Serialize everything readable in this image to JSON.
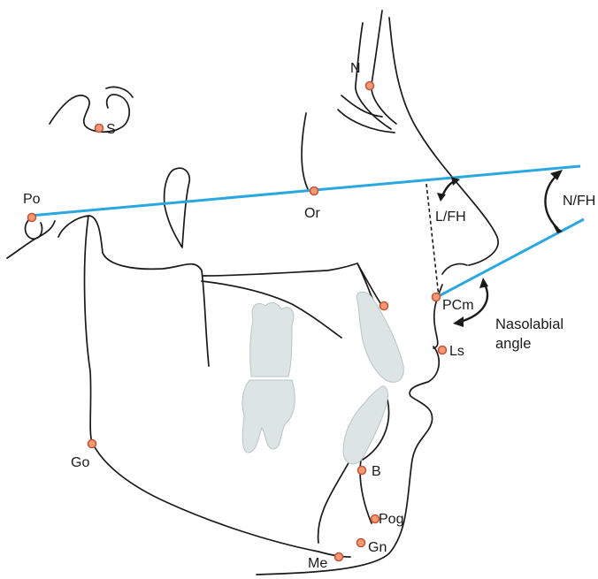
{
  "landmarks": [
    {
      "id": "N",
      "label": "N"
    },
    {
      "id": "S",
      "label": "S"
    },
    {
      "id": "Po",
      "label": "Po"
    },
    {
      "id": "Or",
      "label": "Or"
    },
    {
      "id": "PCm",
      "label": "PCm"
    },
    {
      "id": "Ls",
      "label": "Ls"
    },
    {
      "id": "Go",
      "label": "Go"
    },
    {
      "id": "B",
      "label": "B"
    },
    {
      "id": "Pog",
      "label": "Pog"
    },
    {
      "id": "Gn",
      "label": "Gn"
    },
    {
      "id": "Me",
      "label": "Me"
    }
  ],
  "angles": {
    "l_fh": "L/FH",
    "n_fh": "N/FH",
    "nasolabial_line1": "Nasolabial",
    "nasolabial_line2": "angle"
  },
  "colors": {
    "reference_line": "#29a8e0",
    "landmark_fill": "#f39a74",
    "landmark_stroke": "#c9553a",
    "tooth_fill": "#dde5e4"
  }
}
